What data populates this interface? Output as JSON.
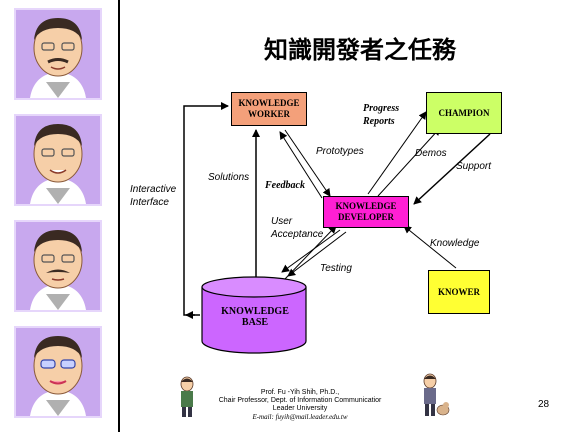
{
  "slide": {
    "title": "知識開發者之任務",
    "page_number": "28"
  },
  "nodes": {
    "knowledge_worker": "KNOWLEDGE\nWORKER",
    "champion": "CHAMPION",
    "knowledge_developer": "KNOWLEDGE\nDEVELOPER",
    "knower": "KNOWER",
    "knowledge_base": "KNOWLEDGE\nBASE"
  },
  "labels": {
    "progress_reports": "Progress\nReports",
    "prototypes": "Prototypes",
    "demos": "Demos",
    "support": "Support",
    "solutions": "Solutions",
    "feedback": "Feedback",
    "interactive_interface": "Interactive\nInterface",
    "user_acceptance": "User\nAcceptance",
    "knowledge": "Knowledge",
    "testing": "Testing"
  },
  "footer": {
    "line1": "Prof. Fu -Yih Shih, Ph.D.,",
    "line2": "Chair Professor, Dept. of Information Communicatior",
    "line3": "Leader University",
    "email": "E-mail: fuyih@mail.leader.edu.tw"
  },
  "colors": {
    "knowledge_worker": "#f4a07a",
    "champion": "#ccff66",
    "knowledge_developer": "#ff1fd4",
    "knower": "#ffff33",
    "knowledge_base": "#cc66ff",
    "portrait_bg": "#c8a8ee"
  }
}
